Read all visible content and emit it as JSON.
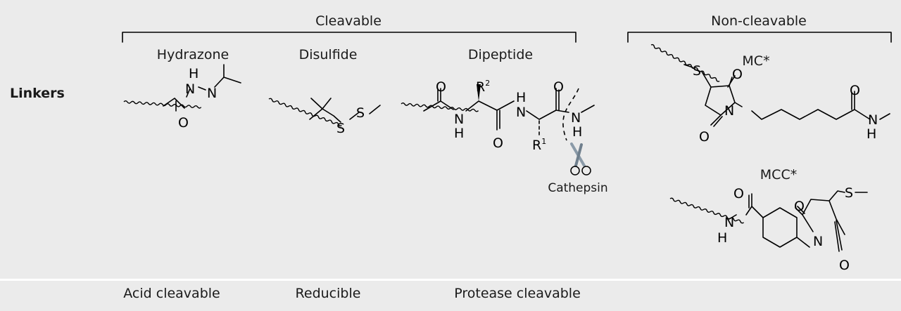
{
  "row_label": "Linkers",
  "groups": {
    "cleavable": "Cleavable",
    "non_cleavable": "Non-cleavable"
  },
  "linkers": {
    "hydrazone": "Hydrazone",
    "disulfide": "Disulfide",
    "dipeptide": "Dipeptide",
    "mc": "MC*",
    "mcc": "MCC*"
  },
  "enzyme": "Cathepsin",
  "mechanisms": {
    "acid": "Acid cleavable",
    "reducible": "Reducible",
    "protease": "Protease cleavable"
  },
  "atoms": {
    "H": "H",
    "N": "N",
    "O": "O",
    "S": "S",
    "R": "R",
    "r1": "1",
    "r2": "2"
  },
  "colors": {
    "background": "#ebebeb",
    "separator": "#ffffff",
    "text": "#1a1a1a",
    "scissors": "#8a9aa8"
  }
}
